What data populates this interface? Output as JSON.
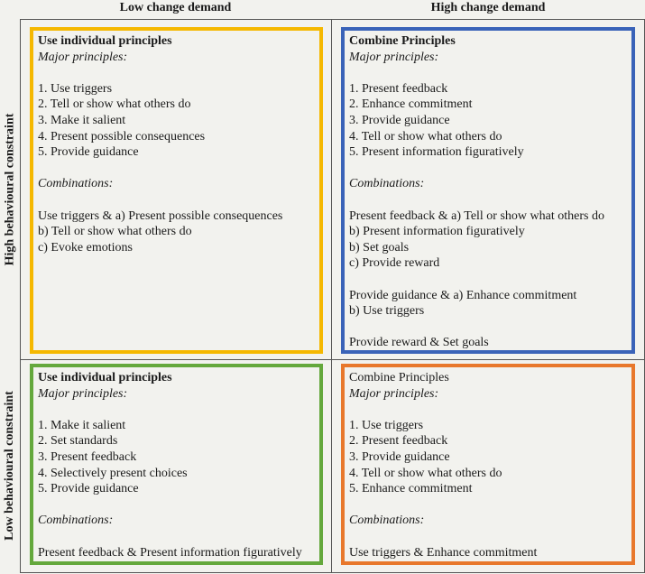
{
  "columns": {
    "low": "Low change demand",
    "high": "High change demand"
  },
  "rows": {
    "high": "High behavioural constraint",
    "low": "Low behavioural constraint"
  },
  "colors": {
    "yellow": "#f5b800",
    "blue": "#3a63b8",
    "green": "#64a83c",
    "orange": "#e8782c"
  },
  "quadrants": {
    "top_left": {
      "title": "Use individual principles",
      "major_label": "Major principles:",
      "major": [
        "1. Use triggers",
        "2. Tell or show what others do",
        "3. Make it salient",
        "4. Present possible consequences",
        "5. Provide guidance"
      ],
      "comb_label": "Combinations:",
      "combinations": [
        "Use triggers & a) Present possible consequences",
        "b) Tell or show what others do",
        "c) Evoke emotions"
      ]
    },
    "top_right": {
      "title": "Combine Principles",
      "major_label": "Major principles:",
      "major": [
        "1. Present feedback",
        "2. Enhance commitment",
        "3. Provide guidance",
        "4. Tell or show what others do",
        "5. Present information figuratively"
      ],
      "comb_label": "Combinations:",
      "combinations_1": [
        "Present feedback & a) Tell or show what others do",
        "b) Present information figuratively",
        "b) Set goals",
        "c) Provide reward"
      ],
      "combinations_2": [
        "Provide guidance & a) Enhance commitment",
        "b) Use triggers"
      ],
      "combinations_3": [
        "Provide reward & Set goals"
      ]
    },
    "bottom_left": {
      "title": "Use individual principles",
      "major_label": "Major principles:",
      "major": [
        "1. Make it salient",
        "2. Set standards",
        "3. Present feedback",
        "4. Selectively present choices",
        "5. Provide guidance"
      ],
      "comb_label": "Combinations:",
      "combinations": [
        "Present feedback & Present information figuratively"
      ]
    },
    "bottom_right": {
      "title": "Combine Principles",
      "major_label": "Major principles:",
      "major": [
        "1. Use triggers",
        "2. Present feedback",
        "3. Provide guidance",
        "4. Tell or show what others do",
        "5. Enhance commitment"
      ],
      "comb_label": "Combinations:",
      "combinations": [
        "Use triggers & Enhance commitment"
      ]
    }
  }
}
